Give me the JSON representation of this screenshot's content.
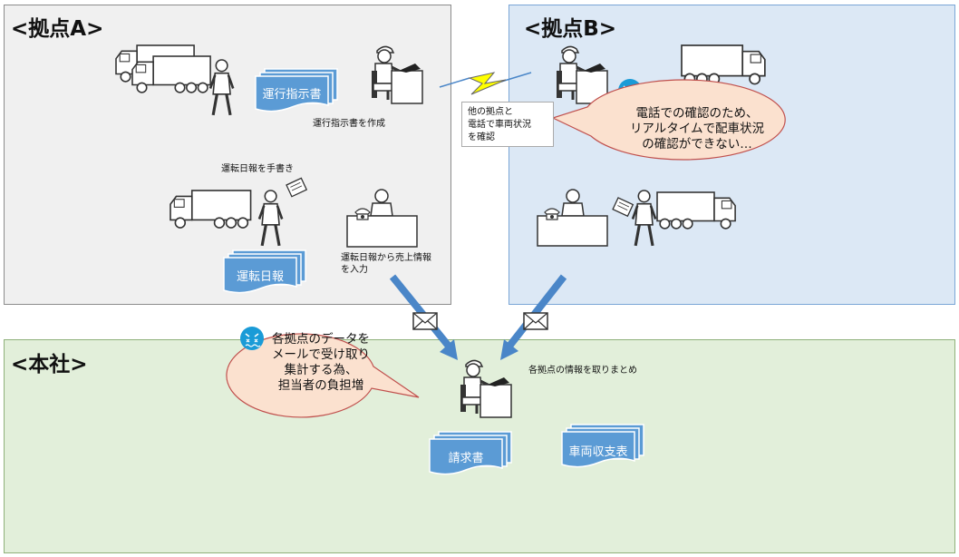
{
  "regions": {
    "site_a": {
      "title": "<拠点A>"
    },
    "site_b": {
      "title": "<拠点B>"
    },
    "hq": {
      "title": "<本社>"
    }
  },
  "documents": {
    "operation_instructions": "運行指示書",
    "driving_log": "運転日報",
    "invoice": "請求書",
    "vehicle_pl": "車両収支表"
  },
  "labels": {
    "create_instructions": "運行指示書を作成",
    "handwrite_log": "運転日報を手書き",
    "input_sales_line1": "運転日報から売上情報",
    "input_sales_line2": "を入力",
    "phone_note_line1": "他の拠点と",
    "phone_note_line2": "電話で車両状況",
    "phone_note_line3": "を確認",
    "hq_aggregate": "各拠点の情報を取りまとめ"
  },
  "callouts": {
    "site_b_issue": [
      "電話での確認のため、",
      "リアルタイムで配車状況",
      "の確認ができない…"
    ],
    "hq_issue": [
      "各拠点のデータを",
      "メールで受け取り",
      "集計する為、",
      "担当者の負担増"
    ]
  },
  "colors": {
    "site_a_bg": "#f0f0f0",
    "site_b_bg": "#dce8f5",
    "hq_bg": "#e2efda",
    "document_blue": "#5b9bd5",
    "arrow_blue": "#4a86c8",
    "callout_fill": "#fbe1cf",
    "bolt_yellow": "#ffff00",
    "worry_icon": "#1a9bd7"
  },
  "icons": [
    "truck-icon",
    "person-icon",
    "office-worker-icon",
    "envelope-icon",
    "lightning-icon",
    "worried-face-icon",
    "telephone-icon"
  ]
}
